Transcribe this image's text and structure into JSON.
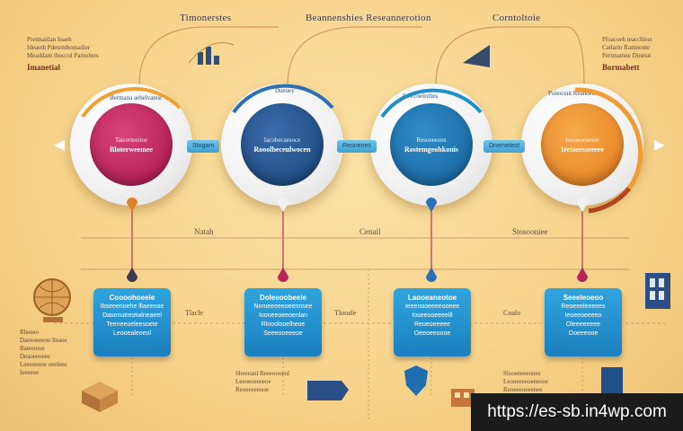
{
  "header": {
    "col1": "Timonerstes",
    "col2": "Beannenshies Reseannerotion",
    "col3": "Corntoltoie"
  },
  "top_left_text": [
    "Pretmaitlan Ioaeh",
    "Ideaoth Pdesrmbomadier",
    "Meaddarn thoccol Pamohtes",
    "Imanetial"
  ],
  "top_right_text": [
    "Pfoacoeh teacchlest",
    "Catlarlo Ramnonte",
    "Pertmamne Dinetat",
    "Bormabett"
  ],
  "stages": [
    {
      "arc": "Bermana aehelvatest",
      "t1": "Taicerteeitoe",
      "t2": "Bloterweemee",
      "color": "#b8245a",
      "ring": "#f0a030"
    },
    {
      "arc": "Dueuey",
      "t1": "Iacobecaesoce",
      "t2": "Rooolbeceulwocen",
      "color": "#234f88",
      "ring": "#2b6fb5"
    },
    {
      "arc": "Sowcoelreltes",
      "t1": "Resoeeeons",
      "t2": "Rostemgeohkonis",
      "color": "#1d6ea8",
      "ring": "#1f8fc9"
    },
    {
      "arc": "Ponocent Reanoent",
      "t1": "Ioooeooseiee",
      "t2": "Iretoeesseeeee",
      "color": "#e9892a",
      "ring": "#f39b33"
    }
  ],
  "connectors": [
    "Stogam",
    "Reonenes",
    "Dnemeteot"
  ],
  "mid_labels": [
    "Natah",
    "Cenail",
    "Stosooniee"
  ],
  "boxes": [
    {
      "title": "Coooohoeeie",
      "lines": [
        "Ibseeenoehe lllaeenoe",
        "Dasenutreotwlneaeel",
        "Teeneeoeleesoete",
        "Leooealeoeol"
      ]
    },
    {
      "title": "Doleeoobeeie",
      "lines": [
        "Nomeeeeeoeennsee",
        "Iooneeoeeoenlan",
        "Rlooolooelheoe",
        "Seeeooeeeoe"
      ]
    },
    {
      "title": "Laooeaneotoe",
      "lines": [
        "Ieeenooeeeeooeee",
        "Ioseeooeeeelll",
        "Reoeoeeeee",
        "Oeeoeeoooe"
      ]
    },
    {
      "title": "Seeeleoeoo",
      "lines": [
        "Reoeeeleeeees",
        "Ieoeeoeeeeo",
        "Oleeeeeeee",
        "Ooeeeooe"
      ]
    }
  ],
  "box_connectors": [
    "Tlacle",
    "Tlooale",
    "Coalo"
  ],
  "bottom_left_text": [
    "Rheeeo",
    "Daeeoeeeon lleaoe",
    "Baeeoeon",
    "Deaoeeoeee",
    "Leeeoeeoe oeeleee",
    "Ieeeeoe"
  ],
  "bottom_mid_text": [
    "Sheeeanl Reeeoooenl",
    "Leeoeoeeeeoe",
    "Reoeeeeeooe"
  ],
  "bottom_right_text": [
    "Slooeeeeeonee",
    "Leooeeeooeeeooe",
    "Reoeeeooeenee"
  ],
  "watermark": "https://es-sb.in4wp.com",
  "colors": {
    "background": "#f7d48d",
    "box": "#1f8ccc",
    "stage1": "#b8245a",
    "stage2": "#234f88",
    "stage3": "#1d6ea8",
    "stage4": "#e9892a"
  }
}
